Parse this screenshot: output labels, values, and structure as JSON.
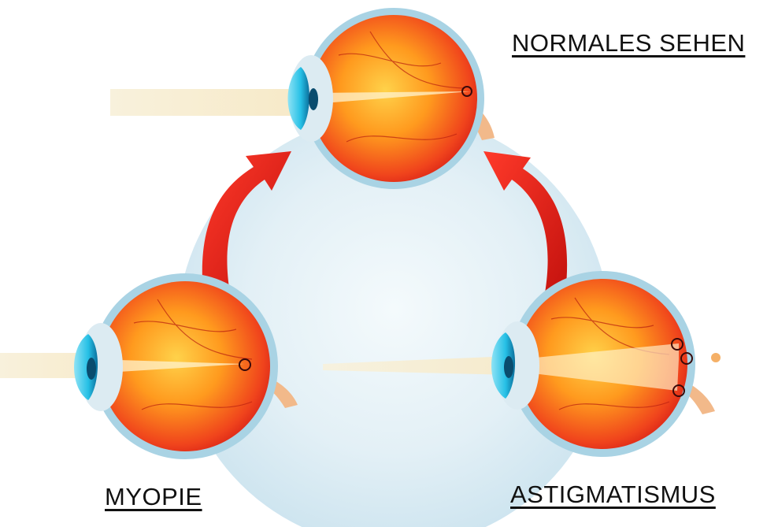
{
  "labels": {
    "normal": "NORMALES SEHEN",
    "myopie": "MYOPIE",
    "astigmatism": "ASTIGMATISMUS"
  },
  "colors": {
    "background_circle": "#cfe6f0",
    "arrow": "#e0201b",
    "sclera_outer": "#9ec9dc",
    "eye_red": "#e8281c",
    "eye_orange": "#ffb020",
    "cornea": "#33c8e8",
    "light_beam": "#f7ecd2",
    "focus_marker": "#2a0a0a"
  },
  "icons": {
    "arrow_left": "curved-arrow-up-right",
    "arrow_right": "curved-arrow-up-left"
  }
}
